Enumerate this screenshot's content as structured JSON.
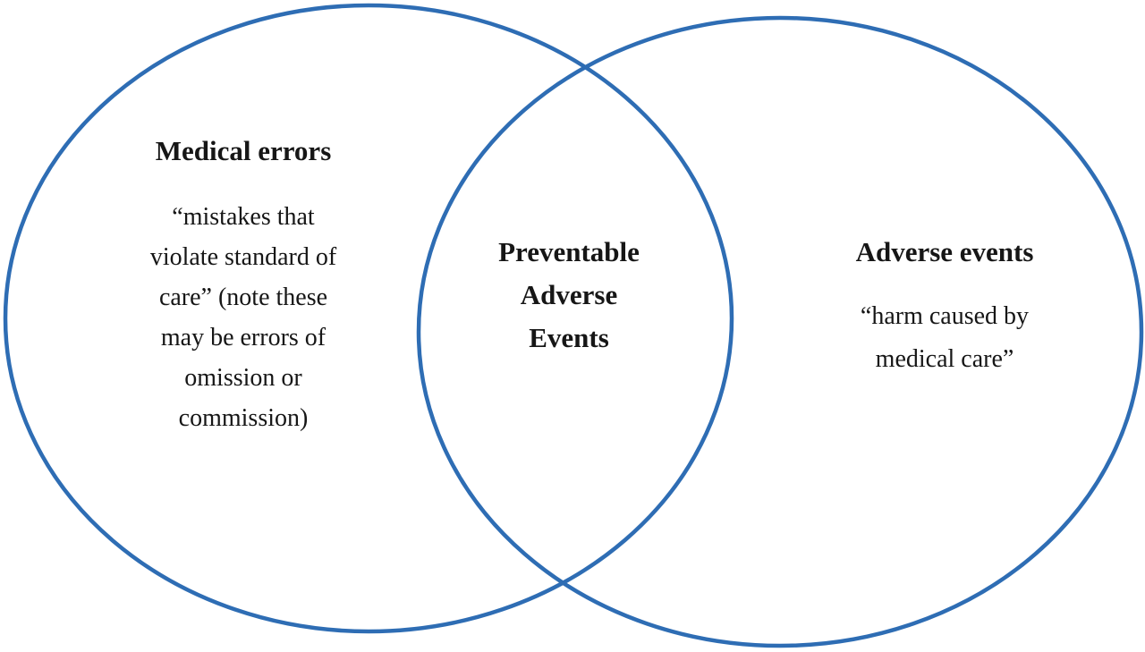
{
  "diagram": {
    "type": "venn",
    "colors": {
      "circle_stroke": "#2e6db4",
      "text": "#161616",
      "background": "#ffffff"
    },
    "left_circle": {
      "title": "Medical errors",
      "description": "“mistakes that\nviolate standard of\ncare” (note these\nmay be errors of\nomission or\ncommission)"
    },
    "intersection": {
      "label": "Preventable\nAdverse\nEvents"
    },
    "right_circle": {
      "title": "Adverse events",
      "description": "“harm caused by\nmedical care”"
    }
  }
}
